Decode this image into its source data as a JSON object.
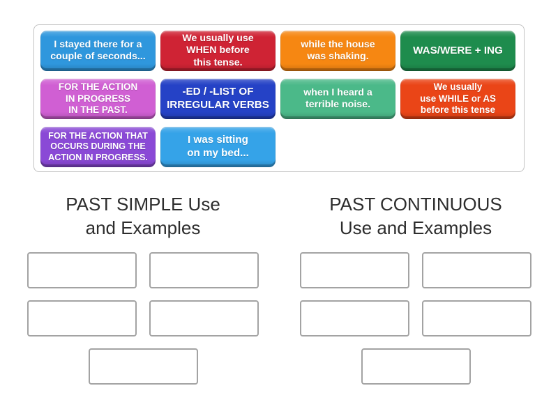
{
  "activity": {
    "type": "group-sort"
  },
  "tray": {
    "tiles": [
      {
        "label": "I stayed there for a\ncouple of seconds...",
        "color": "#2f97dd"
      },
      {
        "label": "We usually use\nWHEN before\nthis tense.",
        "color": "#cf2334"
      },
      {
        "label": "while the house\nwas shaking.",
        "color": "#f68712"
      },
      {
        "label": "WAS/WERE + ING",
        "color": "#1e8c4d"
      },
      {
        "label": "FOR THE ACTION\nIN PROGRESS\nIN THE PAST.",
        "color": "#d05fd3"
      },
      {
        "label": "-ED / -LIST OF\nIRREGULAR VERBS",
        "color": "#2542c6"
      },
      {
        "label": "when I heard a\nterrible noise.",
        "color": "#4bb989"
      },
      {
        "label": "We usually\nuse WHILE or AS\nbefore this tense",
        "color": "#ea4517"
      },
      {
        "label": "FOR THE ACTION THAT\nOCCURS DURING THE\nACTION IN PROGRESS.",
        "color": "#8a49d6"
      },
      {
        "label": "I was sitting\non my bed...",
        "color": "#35a3e8"
      }
    ]
  },
  "groups": [
    {
      "title": "PAST SIMPLE Use\nand Examples",
      "slot_count": 5
    },
    {
      "title": "PAST CONTINUOUS\nUse and Examples",
      "slot_count": 5
    }
  ]
}
